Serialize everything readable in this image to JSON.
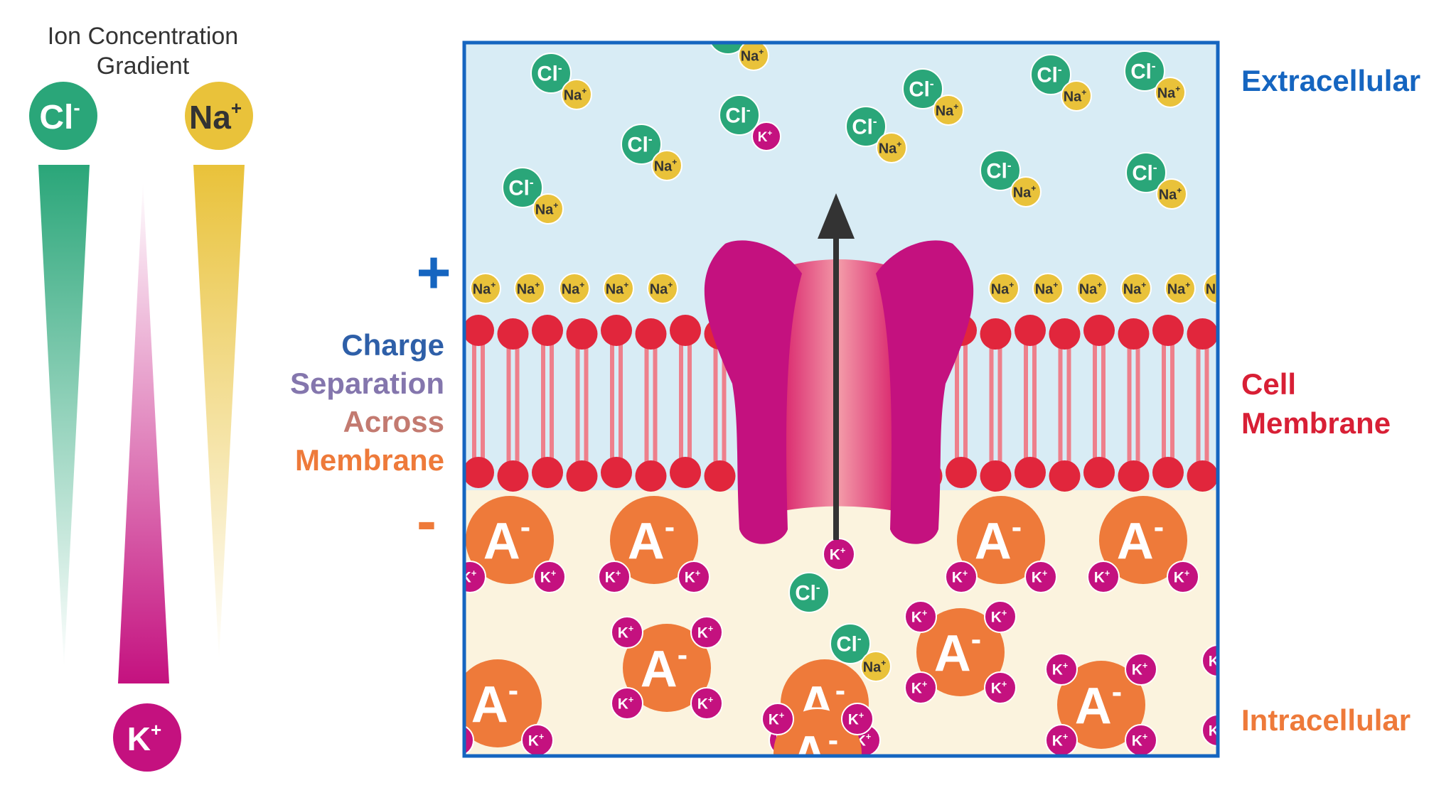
{
  "gradient_legend": {
    "title_line1": "Ion Concentration",
    "title_line2": "Gradient",
    "ions": [
      {
        "name": "chloride",
        "symbol": "Cl",
        "charge": "-",
        "color": "#2aa679",
        "direction": "high at top"
      },
      {
        "name": "potassium",
        "symbol": "K",
        "charge": "+",
        "color": "#c4117f",
        "direction": "high at bottom"
      },
      {
        "name": "sodium",
        "symbol": "Na",
        "charge": "+",
        "color": "#e9c23a",
        "direction": "high at top"
      }
    ]
  },
  "charge_labels": {
    "plus": "+",
    "minus": "-",
    "line1": "Charge",
    "line2": "Separation",
    "line3": "Across",
    "line4": "Membrane"
  },
  "region_labels": {
    "extracellular": "Extracellular",
    "membrane_line1": "Cell",
    "membrane_line2": "Membrane",
    "intracellular": "Intracellular"
  },
  "ion_text": {
    "cl": "Cl",
    "cl_charge": "-",
    "na": "Na",
    "k": "K",
    "cation_charge": "+",
    "anion": "A",
    "anion_charge": "-"
  },
  "colors": {
    "frame": "#1565c0",
    "extracellular_bg": "#d8ecf5",
    "intracellular_bg": "#fbf3de",
    "phospholipid_head": "#e1263c",
    "phospholipid_tail": "#ee7f8b",
    "channel": "#c4117f",
    "chloride": "#2aa679",
    "sodium": "#e9c23a",
    "potassium": "#c4117f",
    "anion": "#ee7a3a",
    "arrow": "#333333",
    "label_blue": "#1565c0",
    "label_red": "#d81f35",
    "label_orange": "#ee7a3a"
  }
}
